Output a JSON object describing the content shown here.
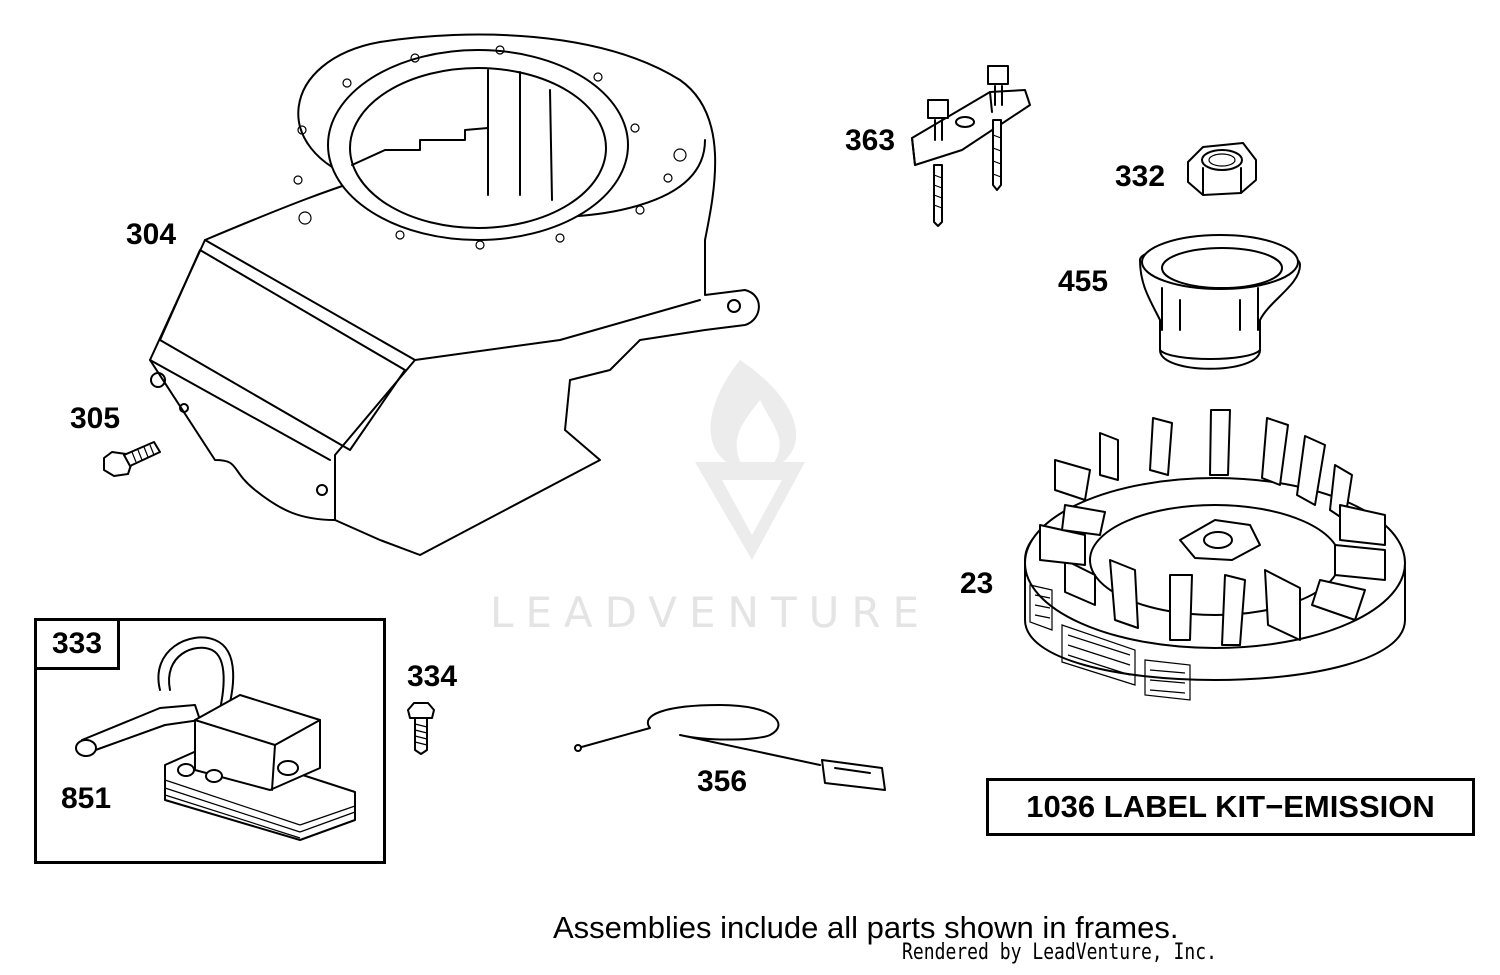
{
  "callouts": {
    "c304": "304",
    "c305": "305",
    "c363": "363",
    "c332": "332",
    "c455": "455",
    "c23": "23",
    "c333": "333",
    "c851": "851",
    "c334": "334",
    "c356": "356"
  },
  "label_kit": "1036 LABEL KIT−EMISSION",
  "footnote": "Assemblies include all parts shown in frames.",
  "credit": "Rendered by LeadVenture, Inc.",
  "watermark": "LEADVENTURE"
}
